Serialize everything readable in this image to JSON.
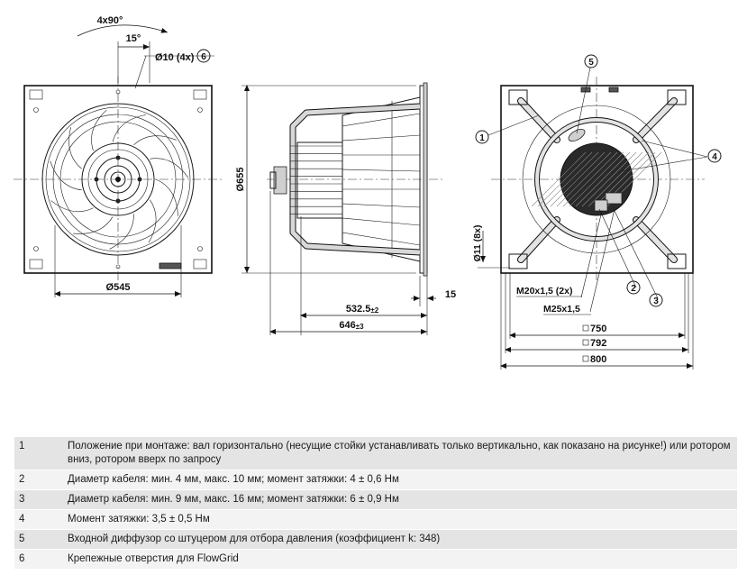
{
  "dimensions": {
    "front_angle": "4x90°",
    "front_angle2": "15°",
    "front_holes": "Ø10 (4x)",
    "front_holes_callout": "6",
    "front_diameter": "Ø545",
    "side_height": "Ø655",
    "side_depth1": "532.5",
    "side_depth1_tol": "±2",
    "side_depth2": "646",
    "side_depth2_tol": "±3",
    "side_flange": "15",
    "rear_holes": "Ø11 (8x)",
    "rear_gland1": "M20x1,5 (2x)",
    "rear_gland2": "M25x1,5",
    "rear_w1": "750",
    "rear_w2": "792",
    "rear_w3": "800"
  },
  "callouts": [
    "1",
    "2",
    "3",
    "4",
    "5"
  ],
  "legend": [
    {
      "num": "1",
      "text": "Положение при монтаже: вал горизонтально (несущие стойки устанавливать только вертикально, как показано на рисунке!) или ротором вниз, ротором вверх по запросу"
    },
    {
      "num": "2",
      "text": "Диаметр кабеля: мин. 4 мм, макс. 10 мм; момент затяжки: 4 ± 0,6 Нм"
    },
    {
      "num": "3",
      "text": "Диаметр кабеля: мин. 9 мм, макс. 16 мм; момент затяжки: 6 ± 0,9 Нм"
    },
    {
      "num": "4",
      "text": "Момент затяжки: 3,5 ± 0,5 Нм"
    },
    {
      "num": "5",
      "text": "Входной диффузор со штуцером для отбора давления (коэффициент k: 348)"
    },
    {
      "num": "6",
      "text": "Крепежные отверстия для FlowGrid"
    }
  ]
}
